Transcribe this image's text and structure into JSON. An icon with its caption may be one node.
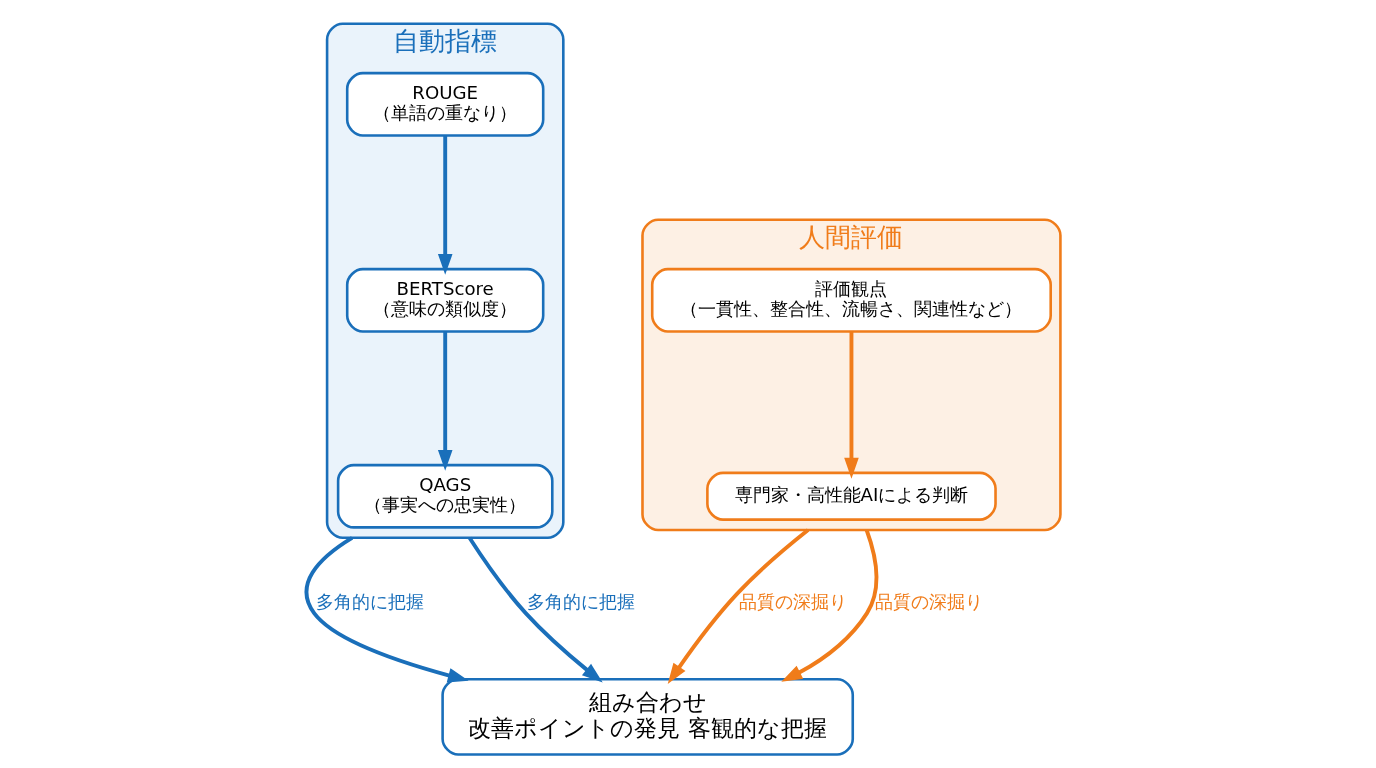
{
  "diagram": {
    "nodes": [
      {
        "text": [
          "自動指標"
        ]
      },
      {
        "text": [
          "ROUGE",
          "（単語の重なり）"
        ],
        "in": 0
      },
      {
        "text": [
          "BERTScore",
          "（意味の類似度）"
        ],
        "in": 0
      },
      {
        "text": [
          "QAGS",
          "（事実への忠実性）"
        ],
        "in": 0
      },
      {
        "text": [
          "人間評価"
        ]
      },
      {
        "text": [
          "評価観点",
          "（一貫性、整合性、流暢さ、関連性など）"
        ],
        "in": 4
      },
      {
        "text": [
          "専門家・高性能AIによる判断"
        ],
        "in": 4
      },
      {
        "text": [
          "組み合わせ",
          "改善ポイントの発見 客観的な把握"
        ]
      }
    ],
    "edges": [
      {
        "from": 1,
        "to": 2,
        "arrow": "to"
      },
      {
        "from": 2,
        "to": 3,
        "arrow": "to"
      },
      {
        "from": 5,
        "to": 6,
        "arrow": "to",
        "color": "#f07c1a"
      },
      {
        "from": 0,
        "to": 7,
        "arrow": "to",
        "label": "多角的に把握"
      },
      {
        "from": 4,
        "to": 7,
        "arrow": "to",
        "label": "品質の深掘り",
        "color": "#f07c1a"
      },
      {
        "from": 0,
        "to": 7,
        "arrow": "to",
        "label": "多角的に把握"
      },
      {
        "from": 4,
        "to": 7,
        "arrow": "to",
        "label": "品質の深掘り",
        "color": "#f07c1a"
      }
    ]
  }
}
